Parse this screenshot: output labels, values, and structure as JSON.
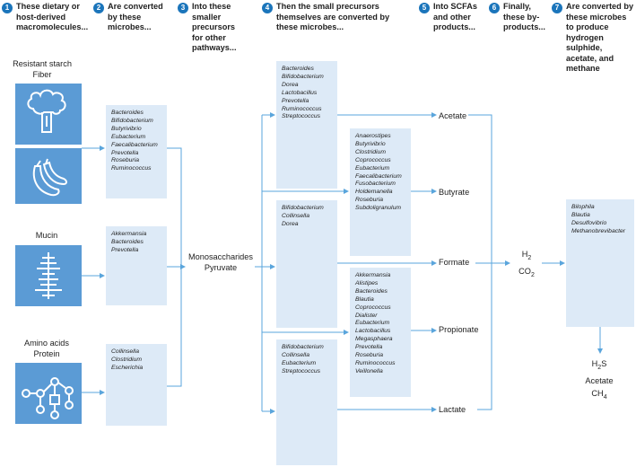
{
  "steps": [
    {
      "number": "1",
      "text": "These dietary or host-derived macromolecules..."
    },
    {
      "number": "2",
      "text": "Are converted by these microbes..."
    },
    {
      "number": "3",
      "text": "Into these smaller precursors for other pathways..."
    },
    {
      "number": "4",
      "text": "Then the small precursors themselves are converted by these microbes..."
    },
    {
      "number": "5",
      "text": "Into SCFAs and other products..."
    },
    {
      "number": "6",
      "text": "Finally, these by-products..."
    },
    {
      "number": "7",
      "text": "Are converted by these microbes to produce hydrogen sulphide, acetate, and methane"
    }
  ],
  "sources": {
    "starch_fiber": {
      "line1": "Resistant starch",
      "line2": "Fiber",
      "icons": [
        "broccoli-icon",
        "banana-icon"
      ]
    },
    "mucin": {
      "label": "Mucin",
      "icon": "mucin-icon"
    },
    "amino": {
      "line1": "Amino acids",
      "line2": "Protein",
      "icon": "protein-molecule-icon"
    }
  },
  "stage2": {
    "starch": [
      "Bacteroides",
      "Bifidobacterium",
      "Butyrivibrio",
      "Eubacterium",
      "Faecalibacterium",
      "Prevotella",
      "Roseburia",
      "Ruminococcus"
    ],
    "mucin": [
      "Akkermansia",
      "Bacteroides",
      "Prevotella"
    ],
    "amino": [
      "Collinsella",
      "Clostridium",
      "Escherichia"
    ]
  },
  "precursors": {
    "line1": "Monosaccharides",
    "line2": "Pyruvate"
  },
  "stage4": {
    "top": [
      "Bacteroides",
      "Bifidobacterium",
      "Dorea",
      "Lactobacillus",
      "Prevotella",
      "Ruminococcus",
      "Streptococcus"
    ],
    "mid": [
      "Bifidobacterium",
      "Collinsella",
      "Dorea"
    ],
    "bottom": [
      "Bifidobacterium",
      "Collinsella",
      "Eubacterium",
      "Streptococcus"
    ],
    "butyrate": [
      "Anaerostipes",
      "Butyrivibrio",
      "Clostridium",
      "Coprococcus",
      "Eubacterium",
      "Faecalibacterium",
      "Fusobacterium",
      "Holdemanella",
      "Roseburia",
      "Subdoligranulum"
    ],
    "propionate": [
      "Akkermansia",
      "Alistipes",
      "Bacteroides",
      "Blautia",
      "Coprococcus",
      "Dialister",
      "Eubacterium",
      "Lactobacillus",
      "Megasphaera",
      "Prevotella",
      "Roseburia",
      "Ruminococcus",
      "Veillonella"
    ]
  },
  "products": {
    "acetate": "Acetate",
    "butyrate": "Butyrate",
    "formate": "Formate",
    "propionate": "Propionate",
    "lactate": "Lactate"
  },
  "byproducts": {
    "h2": "H",
    "h2_sub": "2",
    "co2": "CO",
    "co2_sub": "2"
  },
  "stage7": [
    "Bilophila",
    "Blautia",
    "Desulfovibrio",
    "Methanobrevibacter"
  ],
  "final": {
    "h2s": "H",
    "h2s_sub": "2",
    "h2s_tail": "S",
    "acetate": "Acetate",
    "ch4": "CH",
    "ch4_sub": "4"
  },
  "colors": {
    "accent": "#1b75bb",
    "box": "#ddeaf7",
    "icon_bg": "#5b9bd5",
    "line": "#5aa5dc"
  }
}
